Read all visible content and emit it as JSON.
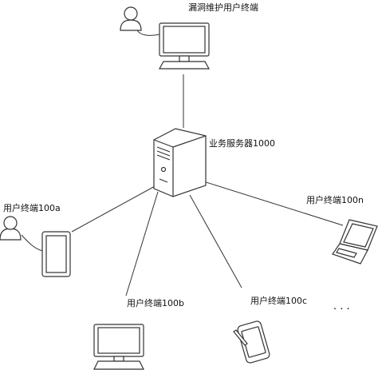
{
  "labels": {
    "maintenance_terminal": "漏洞维护用户终端",
    "business_server": "业务服务器1000",
    "terminal_100a": "用户终端100a",
    "terminal_100b": "用户终端100b",
    "terminal_100c": "用户终端100c",
    "terminal_100n": "用户终端100n",
    "ellipsis": ". . ."
  },
  "icons": {
    "user_top": "user-icon",
    "user_left": "user-icon",
    "monitor_top": "desktop-monitor-icon",
    "server": "server-tower-icon",
    "tablet": "tablet-icon",
    "monitor_bottom": "desktop-monitor-icon",
    "phone": "smartphone-icon",
    "laptop": "laptop-icon"
  },
  "colors": {
    "stroke": "#333333",
    "fill": "#ffffff"
  }
}
